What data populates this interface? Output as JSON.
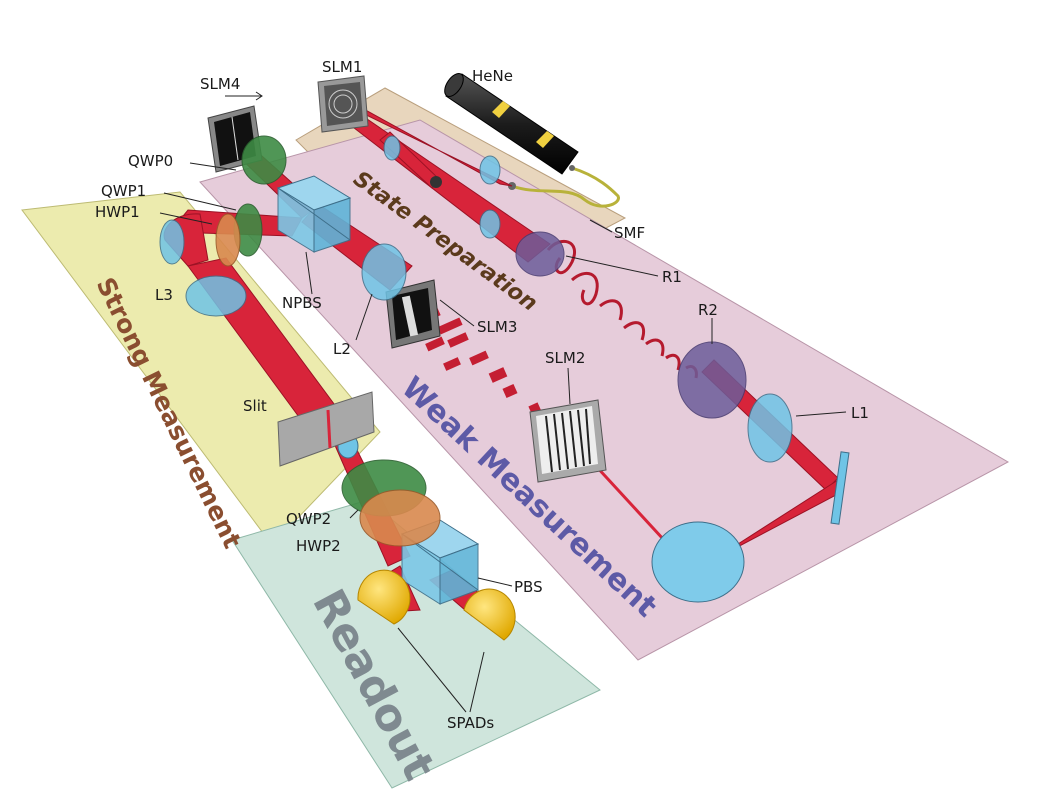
{
  "regions": {
    "state_preparation": "State Preparation",
    "strong_measurement": "Strong Measurement",
    "weak_measurement": "Weak Measurement",
    "readout": "Readout"
  },
  "labels": {
    "slm4": "SLM4",
    "slm1": "SLM1",
    "hene": "HeNe",
    "qwp0": "QWP0",
    "qwp1": "QWP1",
    "hwp1": "HWP1",
    "smf": "SMF",
    "r1": "R1",
    "r2": "R2",
    "l3": "L3",
    "npbs": "NPBS",
    "l2": "L2",
    "slm3": "SLM3",
    "slm2": "SLM2",
    "l1": "L1",
    "slit": "Slit",
    "qwp2": "QWP2",
    "hwp2": "HWP2",
    "pbs": "PBS",
    "spads": "SPADs"
  },
  "colors": {
    "state_prep_bg": "#e8d6bd",
    "strong_bg": "#ecebae",
    "weak_bg": "#e6ccda",
    "readout_bg": "#cfe5dc",
    "beam": "#d8243a",
    "lens_blue": "#6fc4e6",
    "cube_blue": "#7cc8e6",
    "green_plate": "#3e8b44",
    "orange_plate": "#d9894e",
    "purple_rotator": "#6d5d9a",
    "detector_yellow": "#f2c526",
    "laser_body": "#2a2a2a"
  }
}
